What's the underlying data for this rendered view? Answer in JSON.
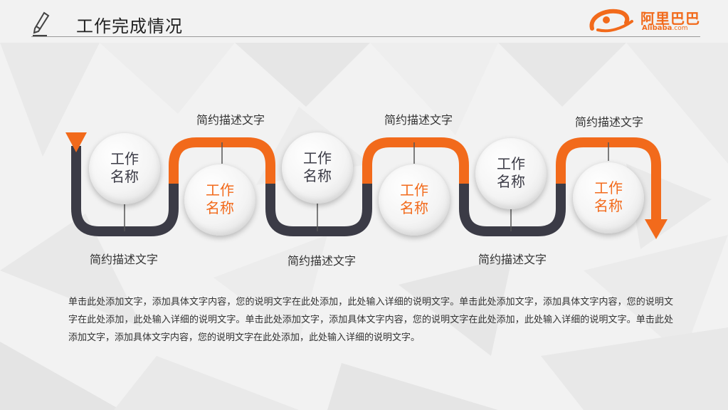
{
  "header": {
    "title": "工作完成情况",
    "logo_cn": "阿里巴巴",
    "logo_en_main": "Alibaba",
    "logo_en_suffix": ".com"
  },
  "colors": {
    "orange": "#f26a1b",
    "dark": "#3b3b46"
  },
  "steps": [
    {
      "line1": "工作",
      "line2": "名称",
      "desc": "简约描述文字",
      "color": "dark"
    },
    {
      "line1": "工作",
      "line2": "名称",
      "desc": "简约描述文字",
      "color": "orange"
    },
    {
      "line1": "工作",
      "line2": "名称",
      "desc": "简约描述文字",
      "color": "dark"
    },
    {
      "line1": "工作",
      "line2": "名称",
      "desc": "简约描述文字",
      "color": "orange"
    },
    {
      "line1": "工作",
      "line2": "名称",
      "desc": "简约描述文字",
      "color": "dark"
    },
    {
      "line1": "工作",
      "line2": "名称",
      "desc": "简约描述文字",
      "color": "orange"
    }
  ],
  "body_text": "单击此处添加文字，添加具体文字内容，您的说明文字在此处添加，此处输入详细的说明文字。单击此处添加文字，添加具体文字内容，您的说明文字在此处添加，此处输入详细的说明文字。单击此处添加文字，添加具体文字内容，您的说明文字在此处添加，此处输入详细的说明文字。单击此处添加文字，添加具体文字内容，您的说明文字在此处添加，此处输入详细的说明文字。"
}
